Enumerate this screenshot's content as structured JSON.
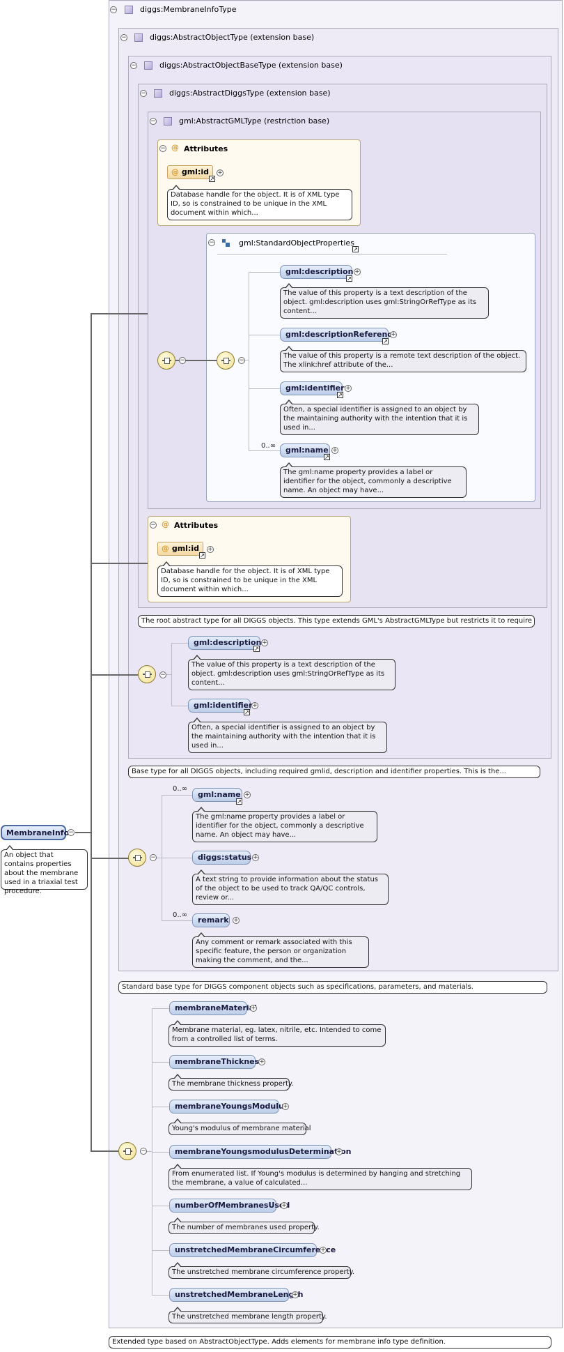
{
  "types": {
    "membrane_info_type": "diggs:MembraneInfoType",
    "abstract_object_type": "diggs:AbstractObjectType (extension base)",
    "abstract_object_base_type": "diggs:AbstractObjectBaseType (extension base)",
    "abstract_diggs_type": "diggs:AbstractDiggsType (extension base)",
    "abstract_gml_type": "gml:AbstractGMLType (restriction base)",
    "standard_object_properties": "gml:StandardObjectProperties"
  },
  "attributes_label": "Attributes",
  "gml_id": {
    "name": "gml:id",
    "doc": "Database handle for the object. It is of XML type ID, so is constrained to be unique in the XML document within which..."
  },
  "std_props": {
    "description": {
      "name": "gml:description",
      "doc": "The value of this property is a text description of the object. gml:description uses gml:StringOrRefType as its content..."
    },
    "description_reference": {
      "name": "gml:descriptionReference",
      "doc": "The value of this property is a remote text description of the object. The xlink:href attribute of the..."
    },
    "identifier": {
      "name": "gml:identifier",
      "doc": "Often, a special identifier is assigned to an object by the maintaining authority with the intention that it is used in..."
    },
    "name": {
      "name": "gml:name",
      "cardinality": "0..∞",
      "doc": "The gml:name property provides a label or identifier for the object, commonly a descriptive name. An object may have..."
    }
  },
  "diggs_type_doc": "The root abstract type for all DIGGS objects. This type extends GML's AbstractGMLType but restricts it to require a...",
  "base_type_seq": {
    "description": {
      "name": "gml:description",
      "doc": "The value of this property is a text description of the object. gml:description uses gml:StringOrRefType as its content..."
    },
    "identifier": {
      "name": "gml:identifier",
      "doc": "Often, a special identifier is assigned to an object by the maintaining authority with the intention that it is used in..."
    }
  },
  "base_type_doc": "Base type for all DIGGS objects, including required gmlid, description and identifier properties. This is the...",
  "object_type_seq": {
    "name": {
      "name": "gml:name",
      "cardinality": "0..∞",
      "doc": "The gml:name property provides a label or identifier for the object, commonly a descriptive name. An object may have..."
    },
    "status": {
      "name": "diggs:status",
      "doc": "A text string to provide information about the status of the object to be used to track QA/QC controls, review or..."
    },
    "remark": {
      "name": "remark",
      "cardinality": "0..∞",
      "doc": "Any comment or remark associated with this specific feature, the person or organization making the comment, and the..."
    }
  },
  "object_type_doc": "Standard base type for DIGGS component objects such as specifications, parameters, and materials.",
  "membrane_elements": [
    {
      "name": "membraneMaterial",
      "doc": "Membrane material, eg. latex, nitrile, etc. Intended to come from a controlled list of terms."
    },
    {
      "name": "membraneThickness",
      "doc": "The membrane thickness property."
    },
    {
      "name": "membraneYoungsModulus",
      "doc": "Young's modulus of membrane material"
    },
    {
      "name": "membraneYoungsmodulusDetermination",
      "doc": "From enumerated list. If Young's modulus is determined by hanging and stretching the membrane, a value of calculated..."
    },
    {
      "name": "numberOfMembranesUsed",
      "doc": "The number of membranes used property."
    },
    {
      "name": "unstretchedMembraneCircumference",
      "doc": "The unstretched membrane circumference property."
    },
    {
      "name": "unstretchedMembraneLength",
      "doc": "The unstretched membrane length property."
    }
  ],
  "membrane_type_doc": "Extended type based on AbstractObjectType. Adds elements for membrane info type definition.",
  "root": {
    "name": "MembraneInfo",
    "doc": "An object that contains properties about the membrane used in a triaxial test procedure."
  }
}
